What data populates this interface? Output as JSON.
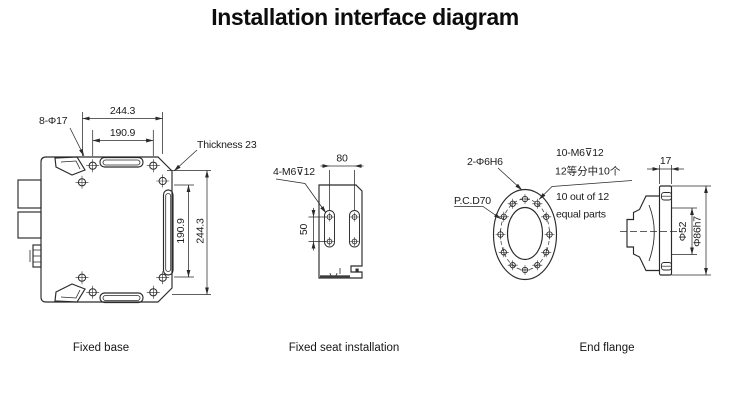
{
  "title": "Installation interface diagram",
  "colors": {
    "line": "#2a2a2a",
    "text": "#1b1b1b",
    "background": "#ffffff"
  },
  "figures": {
    "fixed_base": {
      "caption": "Fixed base",
      "labels": {
        "holes": "8-Φ17",
        "thickness": "Thickness 23",
        "dim_width_outer": "244.3",
        "dim_width_inner": "190.9",
        "dim_height_inner": "190.9",
        "dim_height_outer": "244.3"
      }
    },
    "fixed_seat": {
      "caption": "Fixed seat installation",
      "labels": {
        "holes": "4-M6⊽12",
        "dim_slot_spacing": "80",
        "dim_hole_spacing": "50"
      }
    },
    "end_flange": {
      "caption": "End flange",
      "labels": {
        "pin_holes": "2-Φ6H6",
        "pitch_circle": "P.C.D70",
        "bolt_holes": "10-M6⊽12",
        "bolt_note_zh": "12等分中10个",
        "bolt_note_en_1": "10 out of 12",
        "bolt_note_en_2": "equal parts",
        "dim_thickness": "17",
        "dim_bore": "Φ52",
        "dim_outer": "Φ86h7"
      }
    }
  }
}
